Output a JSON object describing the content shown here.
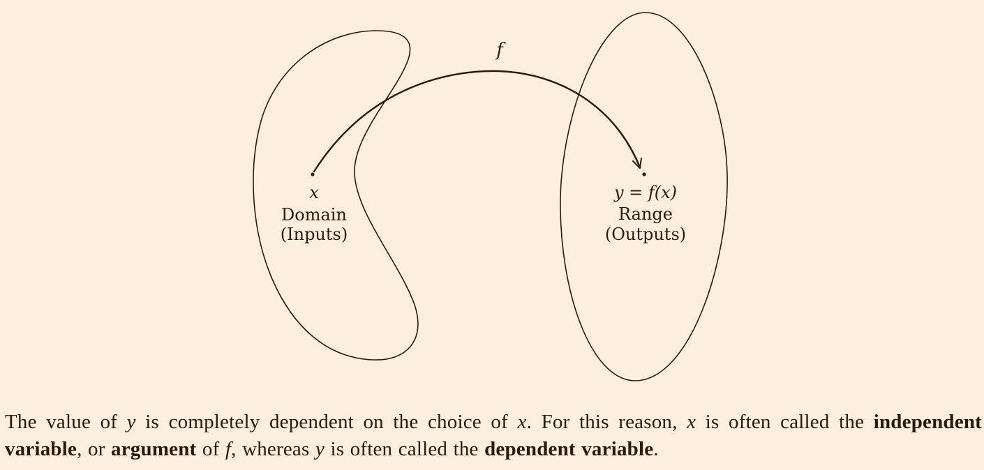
{
  "diagram": {
    "arrow_label": "f",
    "domain": {
      "point_label": "x",
      "title": "Domain",
      "subtitle": "(Inputs)"
    },
    "range": {
      "point_label": "y = f(x)",
      "title": "Range",
      "subtitle": "(Outputs)"
    }
  },
  "caption": {
    "s1": "The value of ",
    "v1": "y",
    "s2": " is completely dependent on the choice of ",
    "v2": "x",
    "s3": ". For this reason, ",
    "v3": "x",
    "s4": " is often called the ",
    "b1": "independent variable",
    "s5": ", or ",
    "b2": "argument",
    "s6": " of ",
    "v4": "f",
    "s7": ", whereas ",
    "v5": "y",
    "s8": " is often called the ",
    "b3": "dependent variable",
    "s9": "."
  },
  "colors": {
    "background": "#fdefe0",
    "ink": "#2a1a0e"
  }
}
